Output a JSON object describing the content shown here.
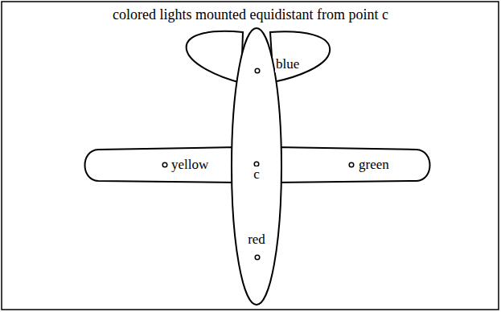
{
  "diagram": {
    "title": "colored lights mounted equidistant from point c",
    "labels": [
      "blue",
      "yellow",
      "c",
      "green",
      "red"
    ]
  }
}
